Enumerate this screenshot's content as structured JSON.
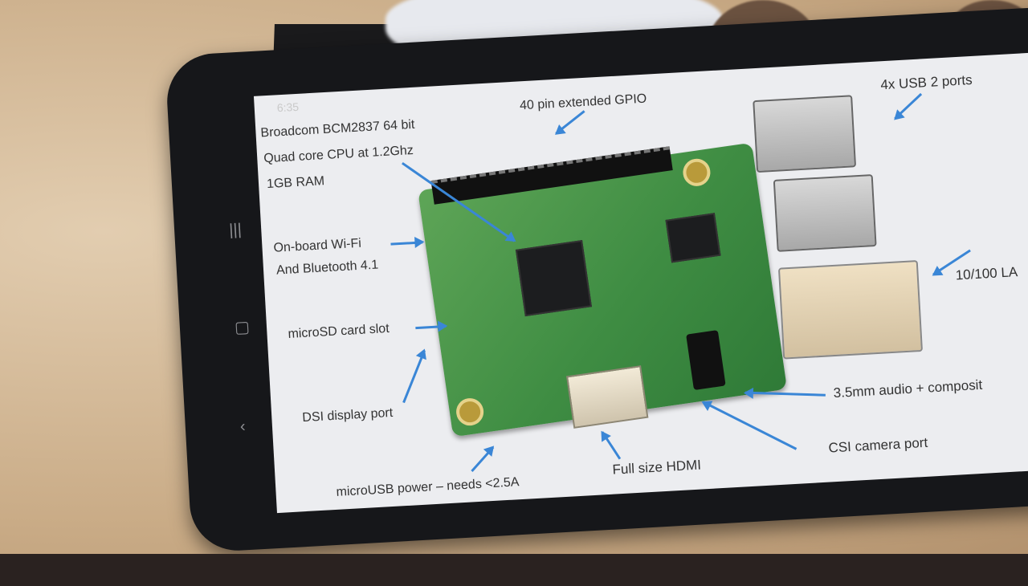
{
  "phone": {
    "status_time": "6:35"
  },
  "labels": {
    "cpu_line1": "Broadcom BCM2837 64 bit",
    "cpu_line2": "Quad core CPU at 1.2Ghz",
    "cpu_line3": "1GB RAM",
    "gpio": "40 pin extended GPIO",
    "usb": "4x USB 2 ports",
    "wifi_line1": "On-board Wi-Fi",
    "wifi_line2": "And Bluetooth 4.1",
    "microsd": "microSD card slot",
    "lan": "10/100 LA",
    "dsi": "DSI display port",
    "audio": "3.5mm audio + composit",
    "microusb": "microUSB power – needs <2.5A",
    "hdmi": "Full size HDMI",
    "csi": "CSI camera port"
  },
  "colors": {
    "arrow": "#3a86d6",
    "board": "#3f8d43"
  },
  "icons": {
    "nav_recent": "recent-apps-icon",
    "nav_home": "home-icon",
    "nav_back": "back-icon"
  }
}
